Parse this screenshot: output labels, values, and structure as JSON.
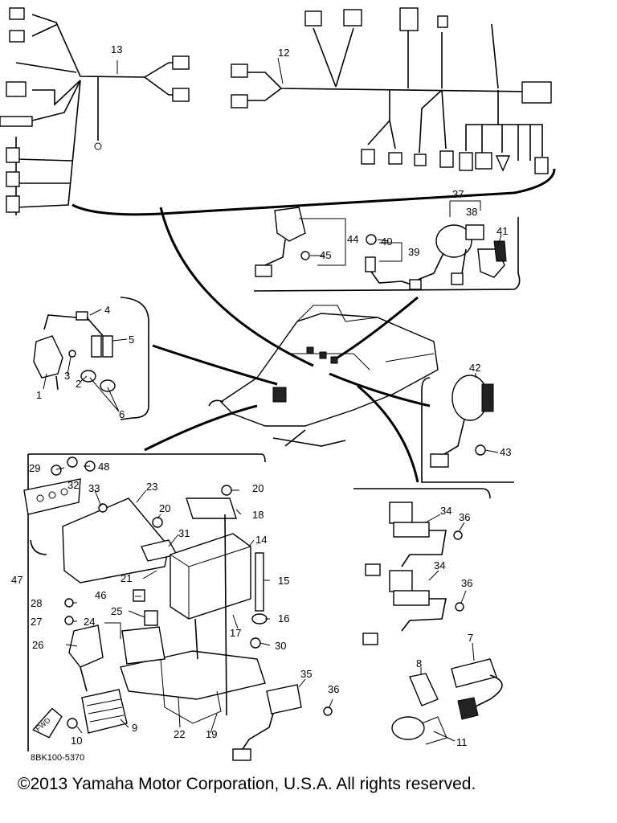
{
  "diagram": {
    "part_code": "8BK100-5370",
    "copyright": "©2013 Yamaha Motor Corporation, U.S.A. All rights reserved.",
    "fwd_label": "FWD",
    "callouts": [
      {
        "id": "c1",
        "text": "1"
      },
      {
        "id": "c2",
        "text": "2"
      },
      {
        "id": "c3",
        "text": "3"
      },
      {
        "id": "c4",
        "text": "4"
      },
      {
        "id": "c5",
        "text": "5"
      },
      {
        "id": "c6",
        "text": "6"
      },
      {
        "id": "c7",
        "text": "7"
      },
      {
        "id": "c8",
        "text": "8"
      },
      {
        "id": "c9",
        "text": "9"
      },
      {
        "id": "c10",
        "text": "10"
      },
      {
        "id": "c11",
        "text": "11"
      },
      {
        "id": "c12",
        "text": "12"
      },
      {
        "id": "c13",
        "text": "13"
      },
      {
        "id": "c14",
        "text": "14"
      },
      {
        "id": "c15",
        "text": "15"
      },
      {
        "id": "c16",
        "text": "16"
      },
      {
        "id": "c17",
        "text": "17"
      },
      {
        "id": "c18",
        "text": "18"
      },
      {
        "id": "c19",
        "text": "19"
      },
      {
        "id": "c20a",
        "text": "20"
      },
      {
        "id": "c20b",
        "text": "20"
      },
      {
        "id": "c21",
        "text": "21"
      },
      {
        "id": "c22",
        "text": "22"
      },
      {
        "id": "c23",
        "text": "23"
      },
      {
        "id": "c24",
        "text": "24"
      },
      {
        "id": "c25",
        "text": "25"
      },
      {
        "id": "c26",
        "text": "26"
      },
      {
        "id": "c27",
        "text": "27"
      },
      {
        "id": "c28",
        "text": "28"
      },
      {
        "id": "c29",
        "text": "29"
      },
      {
        "id": "c30",
        "text": "30"
      },
      {
        "id": "c31",
        "text": "31"
      },
      {
        "id": "c32",
        "text": "32"
      },
      {
        "id": "c33",
        "text": "33"
      },
      {
        "id": "c34a",
        "text": "34"
      },
      {
        "id": "c34b",
        "text": "34"
      },
      {
        "id": "c35",
        "text": "35"
      },
      {
        "id": "c36a",
        "text": "36"
      },
      {
        "id": "c36b",
        "text": "36"
      },
      {
        "id": "c36c",
        "text": "36"
      },
      {
        "id": "c37",
        "text": "37"
      },
      {
        "id": "c38",
        "text": "38"
      },
      {
        "id": "c39",
        "text": "39"
      },
      {
        "id": "c40",
        "text": "40"
      },
      {
        "id": "c41",
        "text": "41"
      },
      {
        "id": "c42",
        "text": "42"
      },
      {
        "id": "c43",
        "text": "43"
      },
      {
        "id": "c44",
        "text": "44"
      },
      {
        "id": "c45",
        "text": "45"
      },
      {
        "id": "c46",
        "text": "46"
      },
      {
        "id": "c47",
        "text": "47"
      },
      {
        "id": "c48",
        "text": "48"
      }
    ]
  }
}
